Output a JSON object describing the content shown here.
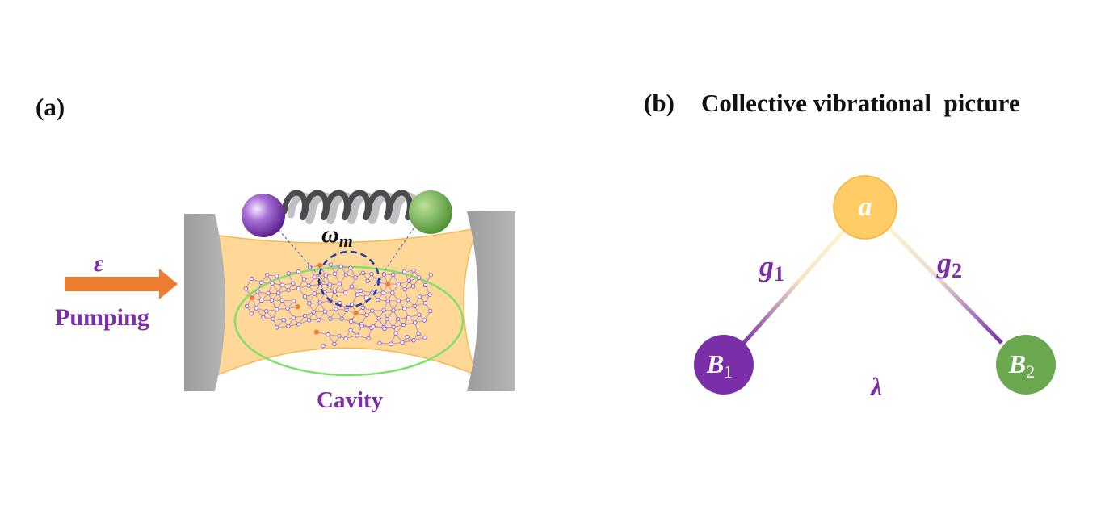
{
  "panel_a": {
    "label": "(a)",
    "pump_symbol": "ε",
    "pump_label": "Pumping",
    "freq_symbol": "ω",
    "freq_subscript": "m",
    "cavity_label": "Cavity"
  },
  "panel_b": {
    "label": "(b)",
    "title": "Collective vibrational  picture",
    "nodes": {
      "a": {
        "text": "a"
      },
      "b1": {
        "text": "B",
        "sub": "1"
      },
      "b2": {
        "text": "B",
        "sub": "2"
      }
    },
    "couplings": {
      "g1": {
        "text": "g",
        "sub": "1"
      },
      "g2": {
        "text": "g",
        "sub": "2"
      },
      "lambda": {
        "text": "λ"
      }
    }
  },
  "colors": {
    "purple": "#7a2fa8",
    "green": "#6aa84f",
    "orange": "#ed7d31",
    "cavity_yellow": "#ffd38a",
    "mirror_gray": "#a6a6a6",
    "node_a": "#ffcc66"
  }
}
